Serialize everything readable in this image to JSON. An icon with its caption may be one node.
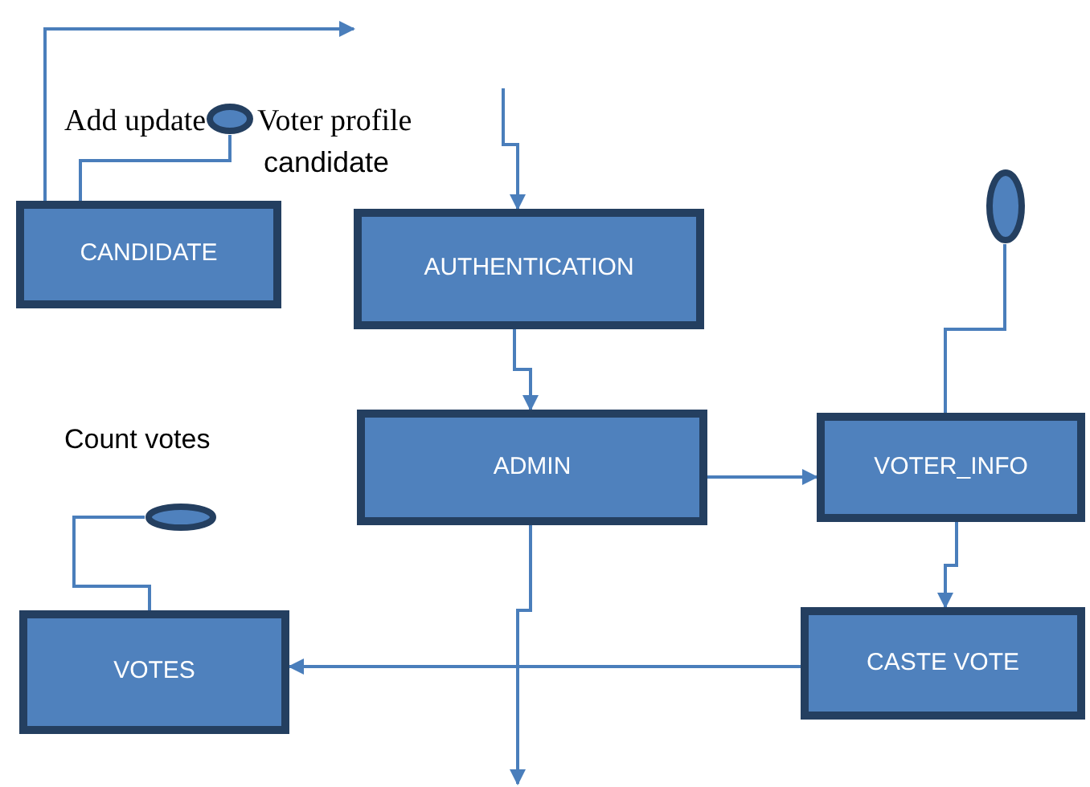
{
  "diagram": {
    "nodes": [
      {
        "text": [
          "CANDIDATE"
        ]
      },
      {
        "text": [
          "AUTHENTICATION"
        ]
      },
      {
        "text": [
          "ADMIN"
        ]
      },
      {
        "text": [
          "VOTER_INFO"
        ]
      },
      {
        "text": [
          "CASTE VOTE"
        ]
      },
      {
        "text": [
          "VOTES"
        ]
      },
      {
        "text": [],
        "shape": "ellipse"
      },
      {
        "text": [],
        "shape": "ellipse"
      },
      {
        "text": [],
        "shape": "ellipse"
      }
    ],
    "edges": [
      {
        "from": 0,
        "to": null,
        "arrow": "to"
      },
      {
        "from": 6,
        "to": 0,
        "arrow": "none"
      },
      {
        "from": null,
        "to": 1,
        "arrow": "to"
      },
      {
        "from": 1,
        "to": 2,
        "arrow": "to"
      },
      {
        "from": 2,
        "to": 3,
        "arrow": "to"
      },
      {
        "from": 2,
        "to": null,
        "arrow": "to"
      },
      {
        "from": 7,
        "to": 3,
        "arrow": "none"
      },
      {
        "from": 3,
        "to": 4,
        "arrow": "to"
      },
      {
        "from": 4,
        "to": 5,
        "arrow": "to"
      },
      {
        "from": 8,
        "to": 5,
        "arrow": "none"
      }
    ],
    "labels": [
      "Add update",
      "Voter profile",
      "candidate",
      "Count votes"
    ]
  }
}
